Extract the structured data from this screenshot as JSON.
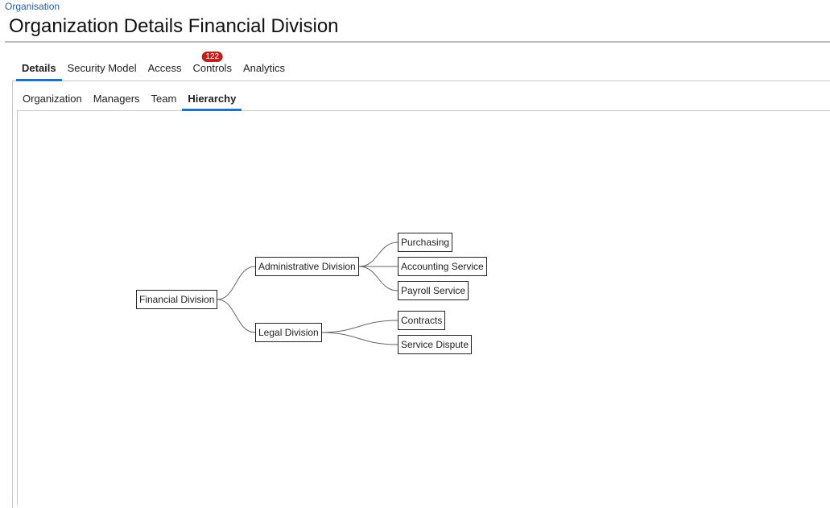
{
  "breadcrumb": "Organisation",
  "page_title": "Organization Details Financial Division",
  "main_tabs": [
    {
      "label": "Details",
      "active": true
    },
    {
      "label": "Security Model",
      "active": false
    },
    {
      "label": "Access",
      "active": false
    },
    {
      "label": "Controls",
      "active": false,
      "badge": "122"
    },
    {
      "label": "Analytics",
      "active": false
    }
  ],
  "sub_tabs": [
    {
      "label": "Organization",
      "active": false
    },
    {
      "label": "Managers",
      "active": false
    },
    {
      "label": "Team",
      "active": false
    },
    {
      "label": "Hierarchy",
      "active": true
    }
  ],
  "hierarchy": {
    "root": "Financial Division",
    "children": [
      {
        "label": "Administrative Division",
        "children": [
          "Purchasing",
          "Accounting Service",
          "Payroll Service"
        ]
      },
      {
        "label": "Legal Division",
        "children": [
          "Contracts",
          "Service Dispute"
        ]
      }
    ]
  },
  "colors": {
    "accent": "#1a73c8",
    "badge": "#c0201a",
    "link": "#2a5d9f"
  }
}
